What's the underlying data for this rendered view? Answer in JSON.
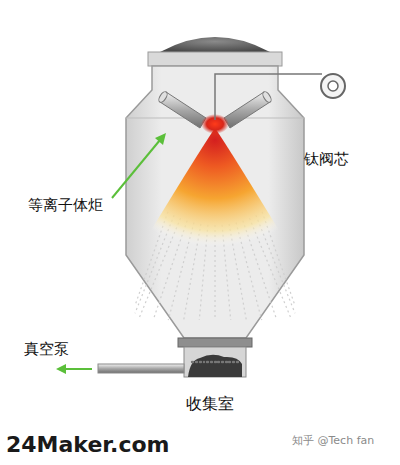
{
  "diagram": {
    "labels": [
      "等离子体炬",
      "钛阀芯",
      "真空泵",
      "收集室",
      "24Maker.com",
      "知乎 @Tech fan"
    ]
  }
}
